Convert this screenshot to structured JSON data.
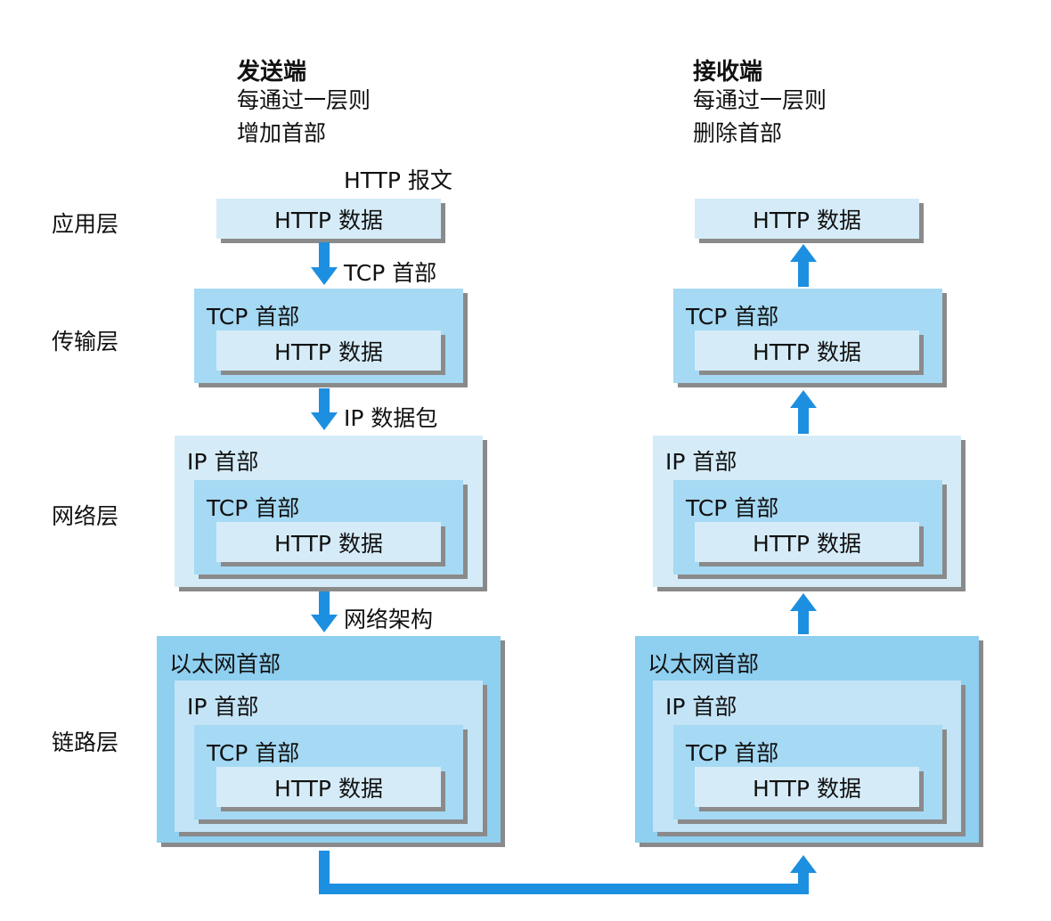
{
  "sender": {
    "title": "发送端",
    "desc_line1": "每通过一层则",
    "desc_line2": "增加首部",
    "message_label": "HTTP 报文"
  },
  "receiver": {
    "title": "接收端",
    "desc_line1": "每通过一层则",
    "desc_line2": "删除首部"
  },
  "layers": {
    "application": "应用层",
    "transport": "传输层",
    "network": "网络层",
    "link": "链路层"
  },
  "arrow_labels": {
    "tcp_header": "TCP 首部",
    "ip_packet": "IP 数据包",
    "network_architecture": "网络架构"
  },
  "units": {
    "http_data": "HTTP 数据",
    "tcp_header": "TCP 首部",
    "ip_header": "IP 首部",
    "ethernet_header": "以太网首部"
  },
  "colors": {
    "arrow": "#1d8fe0",
    "box_light": "#d5ecf8",
    "box_mid": "#a5d9f4"
  }
}
